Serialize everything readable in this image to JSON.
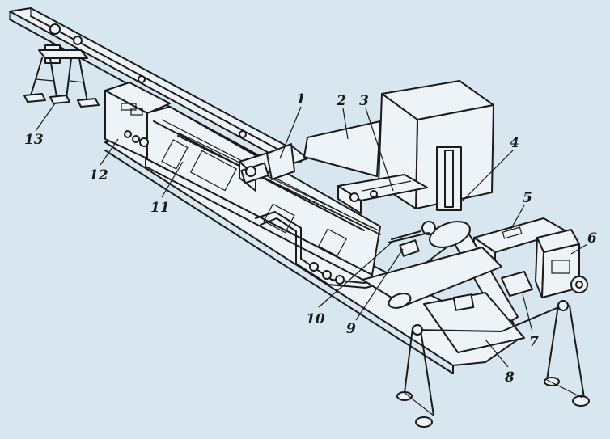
{
  "figure": {
    "callouts": [
      {
        "id": "1",
        "label": "1"
      },
      {
        "id": "2",
        "label": "2"
      },
      {
        "id": "3",
        "label": "3"
      },
      {
        "id": "4",
        "label": "4"
      },
      {
        "id": "5",
        "label": "5"
      },
      {
        "id": "6",
        "label": "6"
      },
      {
        "id": "7",
        "label": "7"
      },
      {
        "id": "8",
        "label": "8"
      },
      {
        "id": "9",
        "label": "9"
      },
      {
        "id": "10",
        "label": "10"
      },
      {
        "id": "11",
        "label": "11"
      },
      {
        "id": "12",
        "label": "12"
      },
      {
        "id": "13",
        "label": "13"
      }
    ]
  }
}
